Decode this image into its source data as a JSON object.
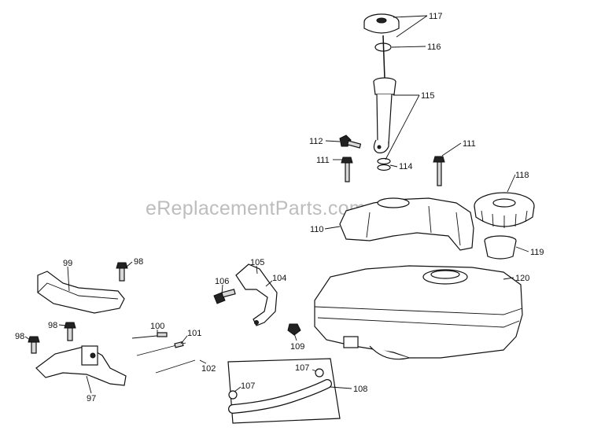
{
  "watermark": "eReplacementParts.com",
  "callouts": {
    "c117": "117",
    "c116": "116",
    "c115": "115",
    "c112": "112",
    "c111_left": "111",
    "c111_right": "111",
    "c114": "114",
    "c118": "118",
    "c110": "110",
    "c119": "119",
    "c120": "120",
    "c99": "99",
    "c98_top": "98",
    "c98_mid": "98",
    "c98_left": "98",
    "c105": "105",
    "c106": "106",
    "c104": "104",
    "c100": "100",
    "c101": "101",
    "c102": "102",
    "c109": "109",
    "c97": "97",
    "c107_right": "107",
    "c107_left": "107",
    "c108": "108"
  }
}
